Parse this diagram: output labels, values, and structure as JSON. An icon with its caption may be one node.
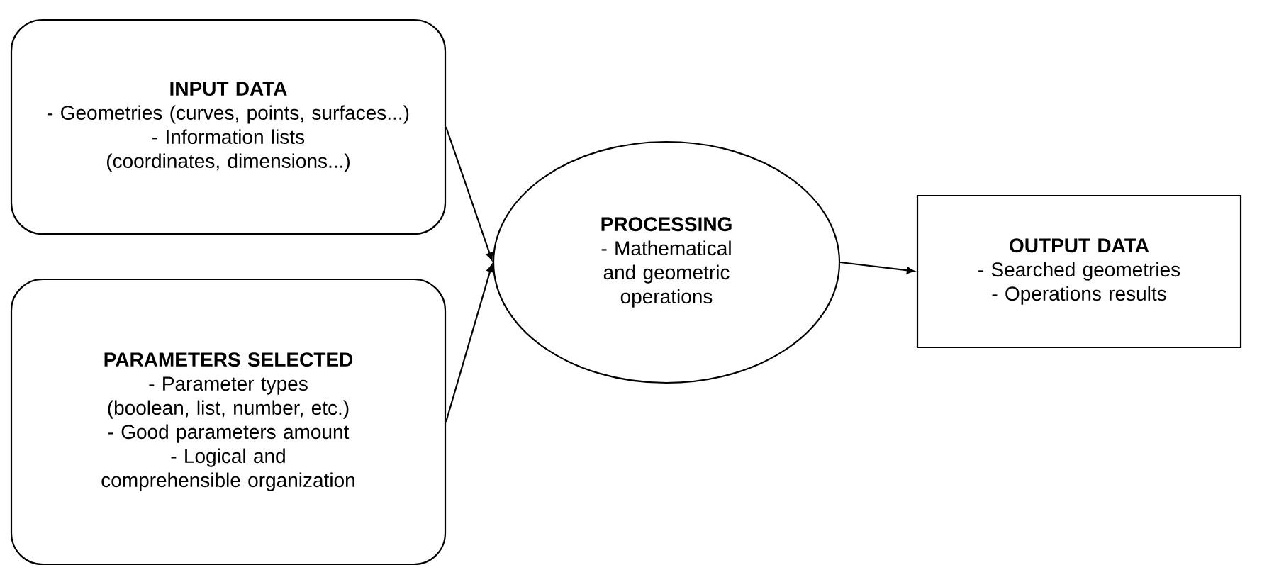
{
  "diagram": {
    "nodes": [
      {
        "text": [
          "INPUT DATA",
          "- Geometries (curves, points, surfaces...)",
          "- Information lists (coordinates, dimensions...)"
        ]
      },
      {
        "text": [
          "PARAMETERS SELECTED",
          "- Parameter types (boolean, list, number, etc.)",
          "- Good parameters amount",
          "- Logical and comprehensible organization"
        ]
      },
      {
        "text": [
          "PROCESSING",
          "- Mathematical and geometric operations"
        ]
      },
      {
        "text": [
          "OUTPUT DATA",
          "- Searched geometries",
          "- Operations results"
        ]
      }
    ],
    "edges": [
      {
        "from": 0,
        "to": 2,
        "arrow": "to"
      },
      {
        "from": 1,
        "to": 2,
        "arrow": "to"
      },
      {
        "from": 2,
        "to": 3,
        "arrow": "to"
      }
    ]
  }
}
